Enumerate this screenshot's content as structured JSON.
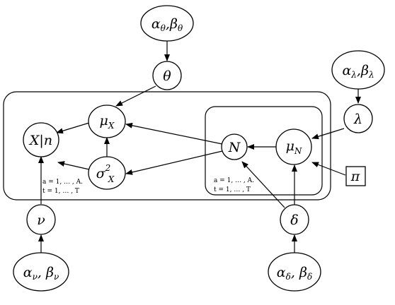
{
  "nodes": {
    "alpha_theta_beta_theta": {
      "main1": "α",
      "sub1": "θ",
      "sep": ",",
      "main2": "β",
      "sub2": "θ"
    },
    "theta": {
      "label": "θ"
    },
    "alpha_lambda_beta_lambda": {
      "main1": "α",
      "sub1": "λ",
      "sep": ",",
      "main2": "β",
      "sub2": "λ"
    },
    "lambda": {
      "label": "λ"
    },
    "mu_x": {
      "main": "μ",
      "sub": "X"
    },
    "x_given_n": {
      "label": "X|n"
    },
    "sigma_x_sq": {
      "main": "σ",
      "sup": "2",
      "sub": "X"
    },
    "n_node": {
      "label": "N"
    },
    "mu_n": {
      "main": "μ",
      "sub": "N"
    },
    "pi": {
      "label": "π"
    },
    "nu": {
      "label": "ν"
    },
    "delta": {
      "label": "δ"
    },
    "alpha_nu_beta_nu": {
      "main1": "α",
      "sub1": "ν",
      "sep": ", ",
      "main2": "β",
      "sub2": "ν"
    },
    "alpha_delta_beta_delta": {
      "main1": "α",
      "sub1": "δ",
      "sep": ", ",
      "main2": "β",
      "sub2": "δ"
    }
  },
  "plates": {
    "outer": {
      "line1": "a = 1, … , A.",
      "line2": "t = 1, … , T"
    },
    "inner": {
      "line1": "a = 1, … , A.",
      "line2": "t = 1, … , T"
    }
  }
}
